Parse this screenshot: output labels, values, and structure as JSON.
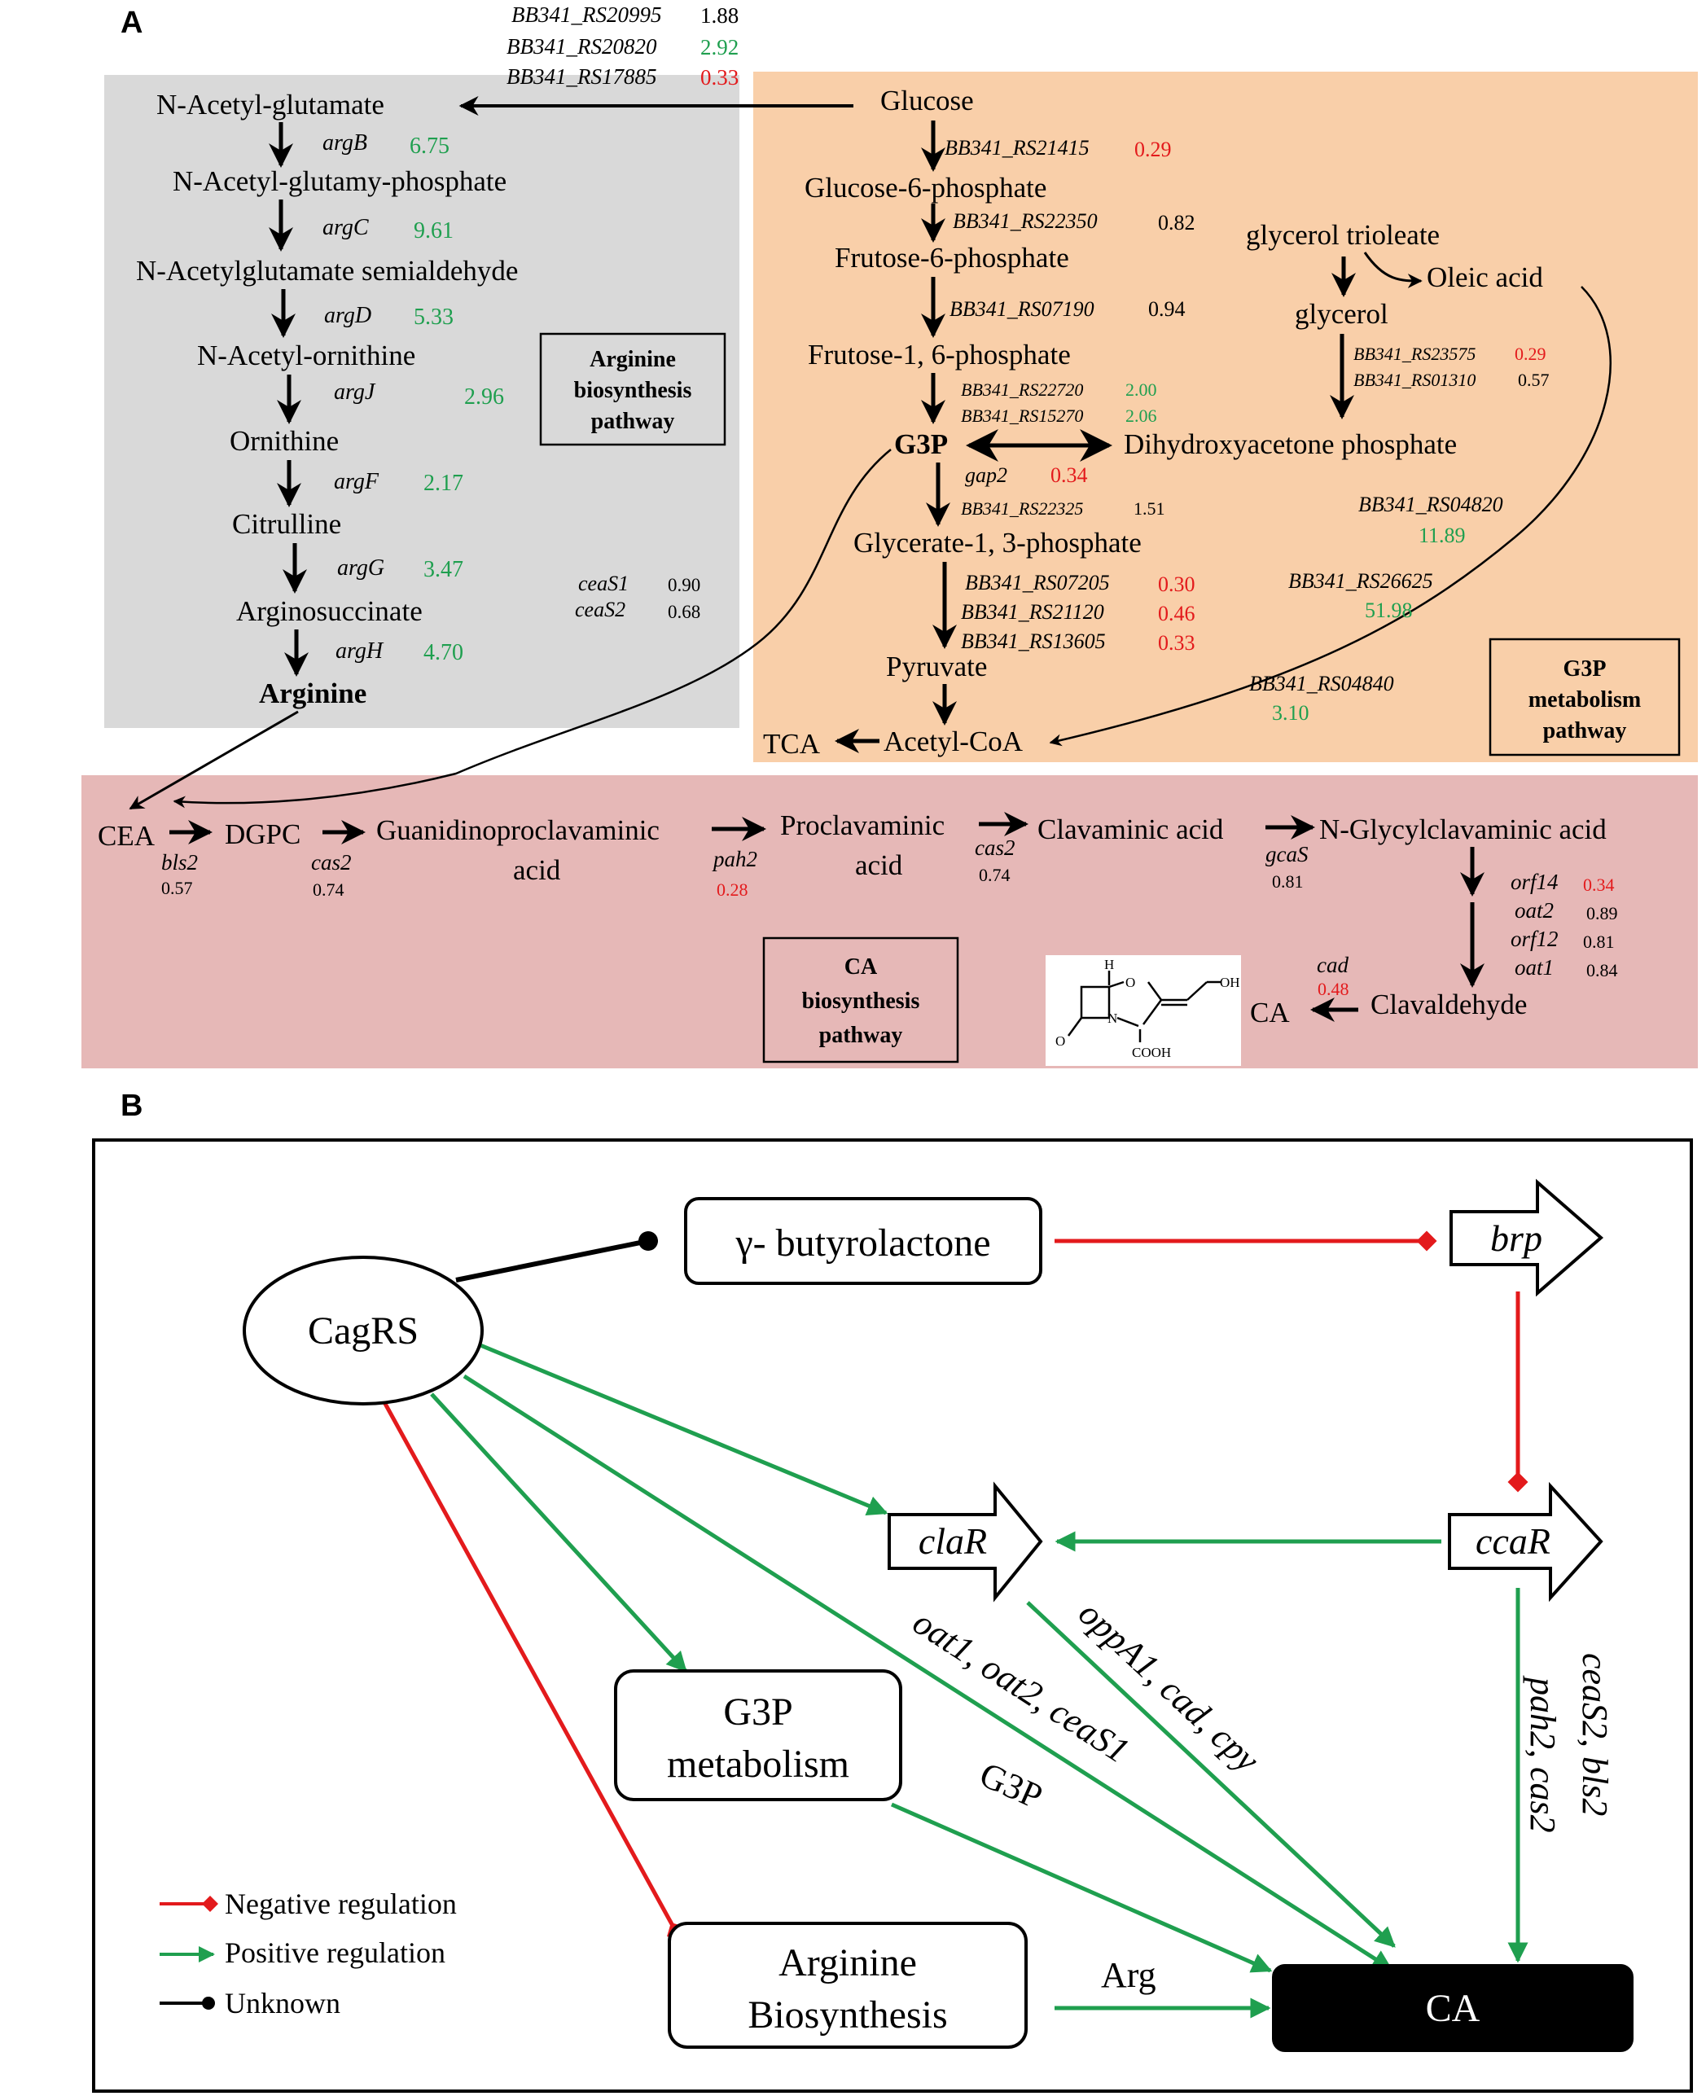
{
  "colors": {
    "arginine_bg": "#d9d9d9",
    "g3p_bg": "#f9cfa9",
    "ca_bg": "#e6b8b7",
    "green": "#1f9f4f",
    "red": "#e31a1c",
    "black": "#000000"
  },
  "panelA": {
    "label": "A",
    "glucose_branch": [
      {
        "gene": "BB341_RS20995",
        "value": "1.88",
        "color": "black"
      },
      {
        "gene": "BB341_RS20820",
        "value": "2.92",
        "color": "green"
      },
      {
        "gene": "BB341_RS17885",
        "value": "0.33",
        "color": "red"
      }
    ],
    "arginine": {
      "box_title": "Arginine\nbiosynthesis\npathway",
      "metabolites": [
        "N-Acetyl-glutamate",
        "N-Acetyl-glutamy-phosphate",
        "N-Acetylglutamate  semialdehyde",
        "N-Acetyl-ornithine",
        "Ornithine",
        "Citrulline",
        "Arginosuccinate",
        "Arginine"
      ],
      "genes": [
        {
          "gene": "argB",
          "value": "6.75",
          "color": "green"
        },
        {
          "gene": "argC",
          "value": "9.61",
          "color": "green"
        },
        {
          "gene": "argD",
          "value": "5.33",
          "color": "green"
        },
        {
          "gene": "argJ",
          "value": "2.96",
          "color": "green"
        },
        {
          "gene": "argF",
          "value": "2.17",
          "color": "green"
        },
        {
          "gene": "argG",
          "value": "3.47",
          "color": "green"
        },
        {
          "gene": "argH",
          "value": "4.70",
          "color": "green"
        }
      ],
      "cea_synthetase": [
        {
          "gene": "ceaS1",
          "value": "0.90",
          "color": "black"
        },
        {
          "gene": "ceaS2",
          "value": "0.68",
          "color": "black"
        }
      ]
    },
    "g3p": {
      "box_title": "G3P\nmetabolism\npathway",
      "metabolites": {
        "glucose": "Glucose",
        "g6p": "Glucose-6-phosphate",
        "f6p": "Frutose-6-phosphate",
        "f16p": "Frutose-1, 6-phosphate",
        "g3p": "G3P",
        "dhap": "Dihydroxyacetone  phosphate",
        "g13p": "Glycerate-1, 3-phosphate",
        "pyruvate": "Pyruvate",
        "acetylcoa": "Acetyl-CoA",
        "tca": "TCA",
        "trioleate": "glycerol  trioleate",
        "oleic": "Oleic  acid",
        "glycerol": "glycerol"
      },
      "genes": {
        "glc_g6p": {
          "gene": "BB341_RS21415",
          "value": "0.29",
          "color": "red"
        },
        "g6p_f6p": {
          "gene": "BB341_RS22350",
          "value": "0.82",
          "color": "black"
        },
        "f6p_f16p": {
          "gene": "BB341_RS07190",
          "value": "0.94",
          "color": "black"
        },
        "f16p_g3p_1": {
          "gene": "BB341_RS22720",
          "value": "2.00",
          "color": "green"
        },
        "f16p_g3p_2": {
          "gene": "BB341_RS15270",
          "value": "2.06",
          "color": "green"
        },
        "gap2": {
          "gene": "gap2",
          "value": "0.34",
          "color": "red"
        },
        "g3p_g13p": {
          "gene": "BB341_RS22325",
          "value": "1.51",
          "color": "black"
        },
        "pyr_1": {
          "gene": "BB341_RS07205",
          "value": "0.30",
          "color": "red"
        },
        "pyr_2": {
          "gene": "BB341_RS21120",
          "value": "0.46",
          "color": "red"
        },
        "pyr_3": {
          "gene": "BB341_RS13605",
          "value": "0.33",
          "color": "red"
        },
        "glycerol_1": {
          "gene": "BB341_RS23575",
          "value": "0.29",
          "color": "red"
        },
        "glycerol_2": {
          "gene": "BB341_RS01310",
          "value": "0.57",
          "color": "black"
        },
        "oleic_1": {
          "gene": "BB341_RS04820",
          "value": "11.89",
          "color": "green"
        },
        "oleic_2": {
          "gene": "BB341_RS26625",
          "value": "51.98",
          "color": "green"
        },
        "oleic_3": {
          "gene": "BB341_RS04840",
          "value": "3.10",
          "color": "green"
        }
      }
    },
    "ca": {
      "box_title": "CA\nbiosynthesis\npathway",
      "metabolites": {
        "cea": "CEA",
        "dgpc": "DGPC",
        "guanidino1": "Guanidinoproclavaminic",
        "guanidino2": "acid",
        "procla1": "Proclavaminic",
        "procla2": "acid",
        "clavaminic": "Clavaminic  acid",
        "glycyl": "N-Glycylclavaminic  acid",
        "clavaldehyde": "Clavaldehyde",
        "ca": "CA"
      },
      "genes": {
        "bls2": {
          "gene": "bls2",
          "value": "0.57",
          "color": "black"
        },
        "cas2a": {
          "gene": "cas2",
          "value": "0.74",
          "color": "black"
        },
        "pah2": {
          "gene": "pah2",
          "value": "0.28",
          "color": "red"
        },
        "cas2b": {
          "gene": "cas2",
          "value": "0.74",
          "color": "black"
        },
        "gcaS": {
          "gene": "gcaS",
          "value": "0.81",
          "color": "black"
        },
        "orf14": {
          "gene": "orf14",
          "value": "0.34",
          "color": "red"
        },
        "oat2": {
          "gene": "oat2",
          "value": "0.89",
          "color": "black"
        },
        "orf12": {
          "gene": "orf12",
          "value": "0.81",
          "color": "black"
        },
        "oat1": {
          "gene": "oat1",
          "value": "0.84",
          "color": "black"
        },
        "cad": {
          "gene": "cad",
          "value": "0.48",
          "color": "red"
        }
      },
      "structure_labels": {
        "h": "H",
        "o": "O",
        "n": "N",
        "oh": "OH",
        "ketone": "O",
        "cooh": "COOH"
      }
    }
  },
  "panelB": {
    "label": "B",
    "nodes": {
      "cagrs": "CagRS",
      "gbl": "γ- butyrolactone",
      "brp": "brp",
      "clar": "claR",
      "ccar": "ccaR",
      "g3p1": "G3P",
      "g3p2": "metabolism",
      "arg1": "Arginine",
      "arg2": "Biosynthesis",
      "ca": "CA"
    },
    "edge_labels": {
      "oat": "oat1, oat2, ceaS1",
      "oppa": "oppA1, cad, cpy",
      "ceas2": "ceaS2, bls2",
      "pah2": "pah2, cas2",
      "g3p": "G3P",
      "arg": "Arg"
    },
    "legend": [
      {
        "label": "Negative  regulation",
        "type": "negative"
      },
      {
        "label": "Positive  regulation",
        "type": "positive"
      },
      {
        "label": "Unknown",
        "type": "unknown"
      }
    ]
  }
}
